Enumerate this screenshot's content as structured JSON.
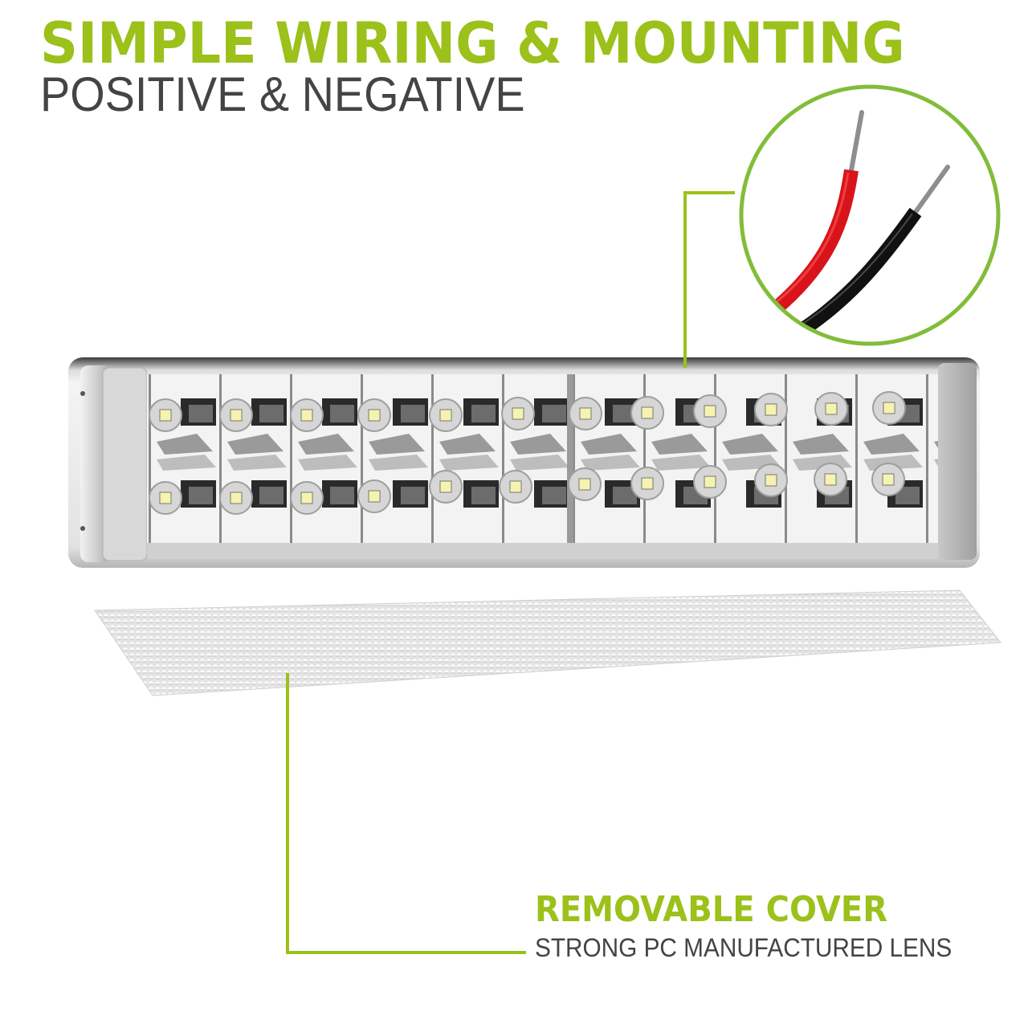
{
  "header": {
    "title": "SIMPLE WIRING & MOUNTING",
    "subtitle": "POSITIVE & NEGATIVE"
  },
  "callout": {
    "title": "REMOVABLE COVER",
    "subtitle": "STRONG PC MANUFACTURED LENS"
  },
  "product": {
    "led_rows": 2,
    "leds_per_row": 12,
    "wire_colors": [
      "red",
      "black"
    ]
  },
  "colors": {
    "accent_green": "#9bc11a",
    "text_gray": "#444444",
    "wire_red": "#d8141a",
    "wire_black": "#111111"
  }
}
